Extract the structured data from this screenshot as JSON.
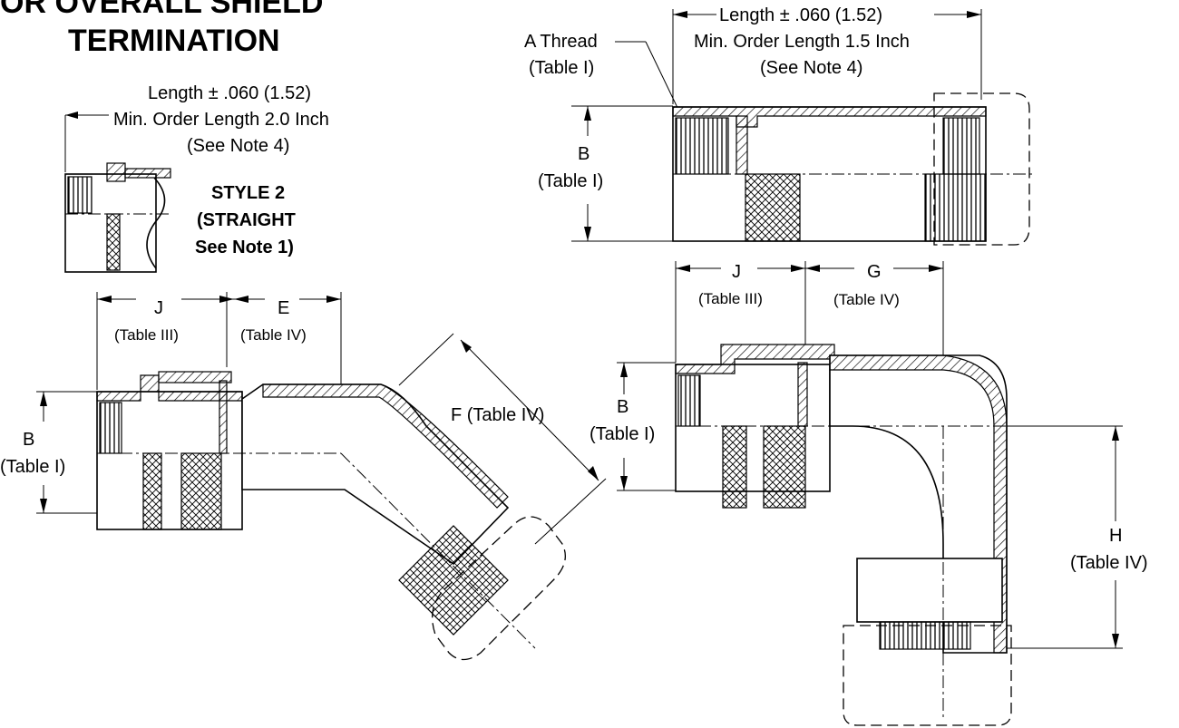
{
  "title": {
    "line1": "OR OVERALL SHIELD",
    "line2": "TERMINATION"
  },
  "style2": {
    "length": "Length ± .060 (1.52)",
    "min_order": "Min. Order Length 2.0 Inch",
    "note": "(See Note 4)",
    "label1": "STYLE 2",
    "label2": "(STRAIGHT",
    "label3": "See Note 1)"
  },
  "straight_top": {
    "a_thread": "A Thread",
    "a_table": "(Table I)",
    "length": "Length ± .060 (1.52)",
    "min_order": "Min. Order Length 1.5 Inch",
    "note": "(See Note 4)",
    "b": "B",
    "b_table": "(Table I)"
  },
  "elbow45": {
    "j": "J",
    "j_table": "(Table III)",
    "e": "E",
    "e_table": "(Table IV)",
    "f": "F (Table IV)",
    "b": "B",
    "b_table": "(Table I)"
  },
  "elbow90": {
    "j": "J",
    "j_table": "(Table III)",
    "g": "G",
    "g_table": "(Table IV)",
    "b": "B",
    "b_table": "(Table I)",
    "h": "H",
    "h_table": "(Table IV)"
  }
}
